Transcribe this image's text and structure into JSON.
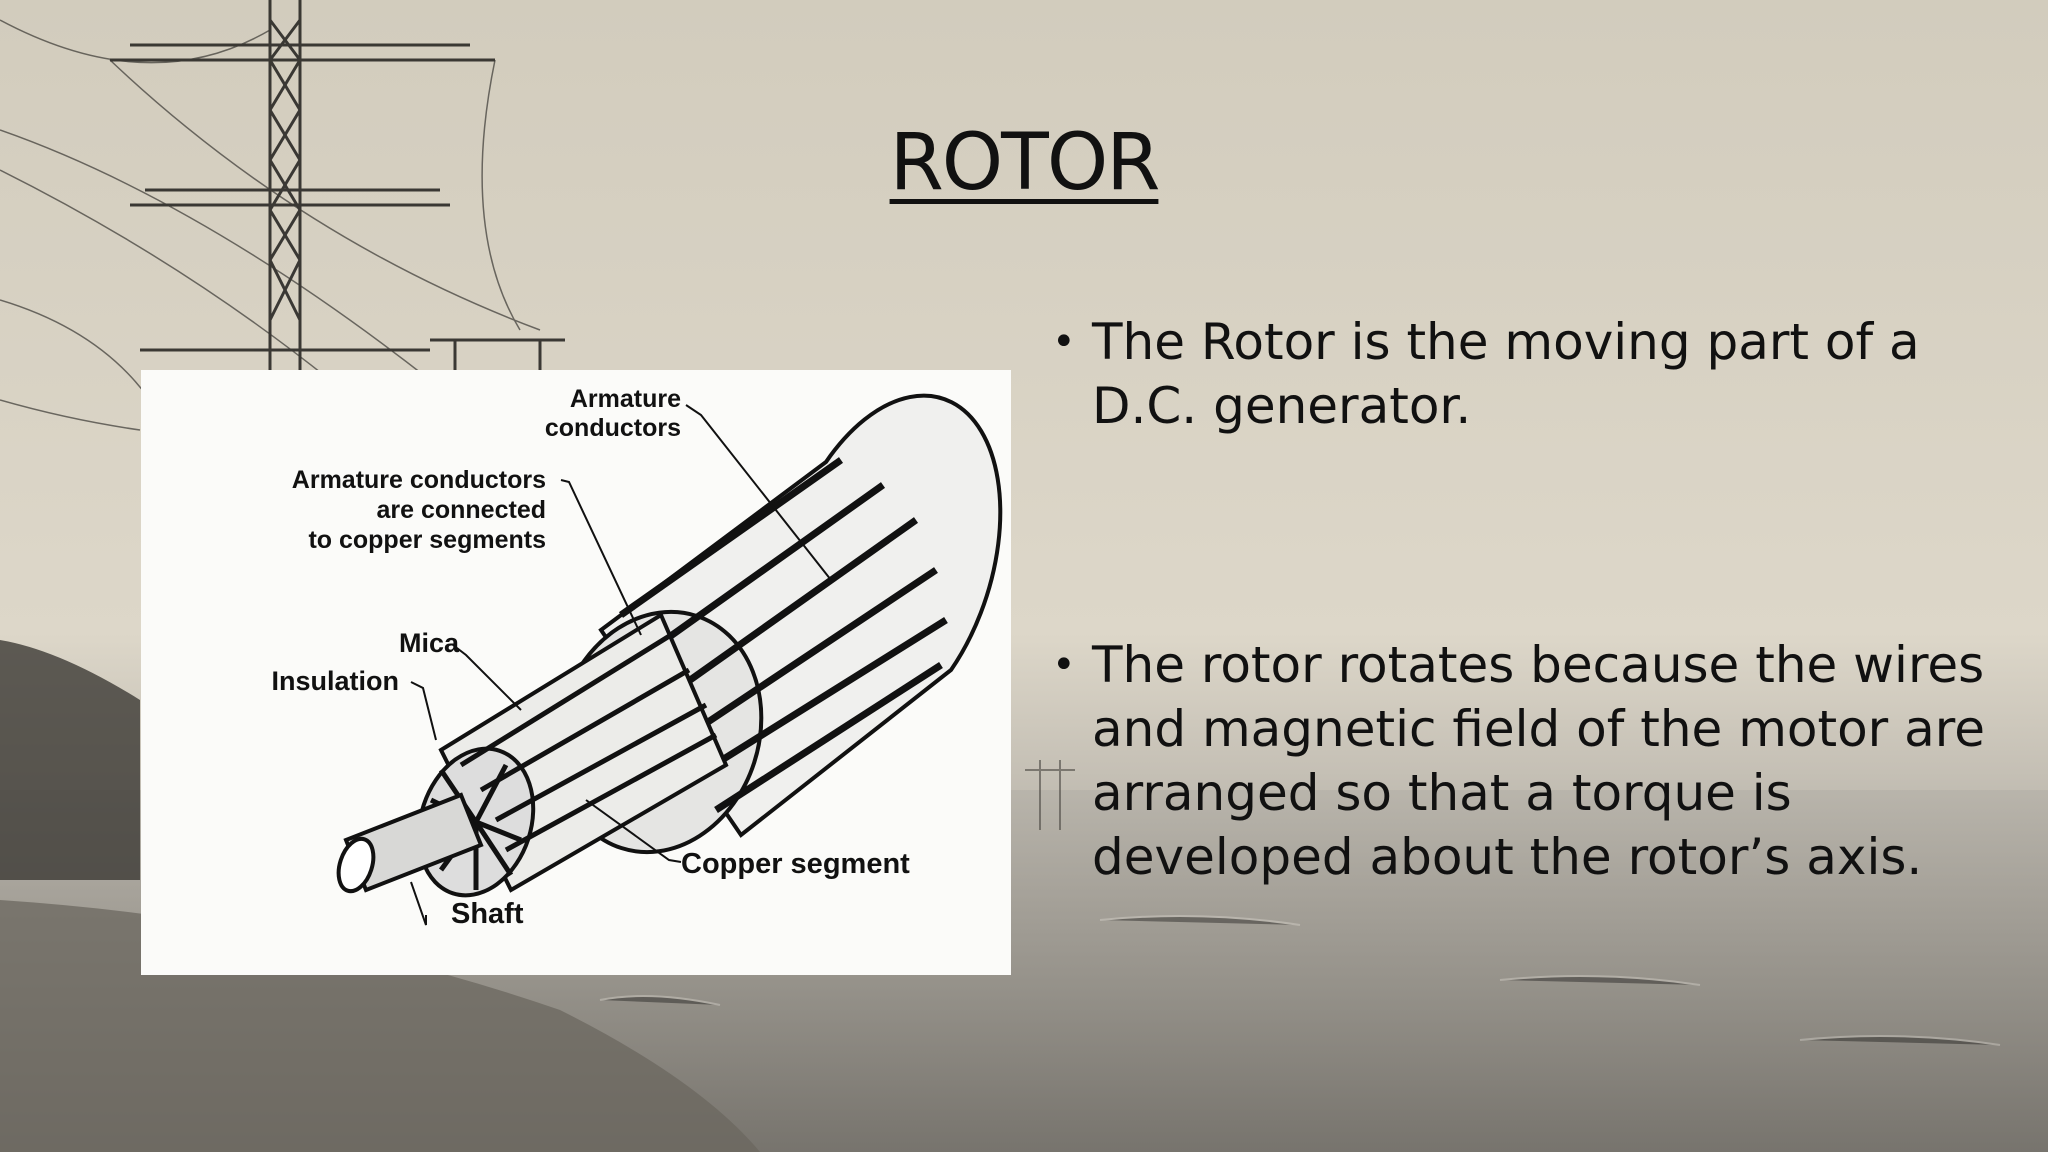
{
  "slide": {
    "title": "ROTOR",
    "bullets": [
      "The Rotor is the moving part of a D.C. generator.",
      "The rotor rotates because the wires and magnetic field of the motor are arranged so that a torque is developed about the rotor’s axis."
    ],
    "bullet_glyph": "•"
  },
  "figure": {
    "labels": {
      "armature_1": "Armature",
      "armature_2": "conductors",
      "connected_1": "Armature conductors",
      "connected_2": "are connected",
      "connected_3": "to copper segments",
      "mica": "Mica",
      "insulation": "Insulation",
      "copper_segment": "Copper segment",
      "shaft": "Shaft"
    }
  },
  "colors": {
    "sky": "#dcd6c8",
    "water": "#9c988e",
    "text": "#111111"
  }
}
